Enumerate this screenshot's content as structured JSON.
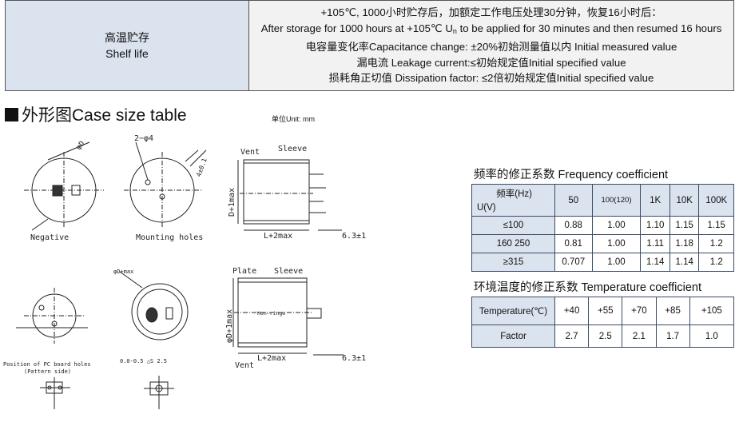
{
  "shelf": {
    "label_cn": "高温贮存",
    "label_en": "Shelf life",
    "line1": "+105℃, 1000小时贮存后，加额定工作电压处理30分钟，恢复16小时后：",
    "line2a": "After storage for 1000 hours at +105℃ U",
    "line2sub": "n",
    "line2b": " to be applied for 30 minutes and then resumed 16 hours",
    "line3": "电容量变化率Capacitance change: ±20%初始测量值以内 Initial measured value",
    "line4": "漏电流  Leakage current:≤初始规定值Initial specified value",
    "line5": "损耗角正切值  Dissipation factor: ≤2倍初始规定值Initial specified value"
  },
  "section": {
    "title": "外形图Case size table",
    "unit": "单位Unit: mm"
  },
  "drawing_labels": {
    "vent": "Vent",
    "sleeve": "Sleeve",
    "plate": "Plate",
    "sleeve2": "Sleeve",
    "negative": "Negative",
    "mounting": "Mounting holes",
    "dim_d": "D+1max",
    "dim_l": "L+2max",
    "dim_633": "6.3±1",
    "two_phi4": "2−φ4",
    "dim_phid": "φD",
    "dim_d1max": "φD+1max",
    "dim_l2": "L+2max",
    "vent2": "Vent",
    "pcb_caption_1": "Position of PC board holes",
    "pcb_caption_2": "(Pattern side)",
    "dim_633b": "6.3±1",
    "center_label": "Hon-ringe",
    "dim_phi": "φ"
  },
  "freq": {
    "title": "频率的修正系数 Frequency coefficient",
    "corner_top": "频率(Hz)",
    "corner_bottom": "U(V)",
    "headers": [
      "50",
      "100(120)",
      "1K",
      "10K",
      "100K"
    ],
    "rows": [
      {
        "label": "≤100",
        "values": [
          "0.88",
          "1.00",
          "1.10",
          "1.15",
          "1.15"
        ]
      },
      {
        "label": "160  250",
        "values": [
          "0.81",
          "1.00",
          "1.11",
          "1.18",
          "1.2"
        ]
      },
      {
        "label": "≥315",
        "values": [
          "0.707",
          "1.00",
          "1.14",
          "1.14",
          "1.2"
        ]
      }
    ]
  },
  "temp": {
    "title": "环境温度的修正系数 Temperature coefficient",
    "header_label": "Temperature(℃)",
    "headers": [
      "+40",
      "+55",
      "+70",
      "+85",
      "+105"
    ],
    "row_label": "Factor",
    "values": [
      "2.7",
      "2.5",
      "2.1",
      "1.7",
      "1.0"
    ]
  }
}
